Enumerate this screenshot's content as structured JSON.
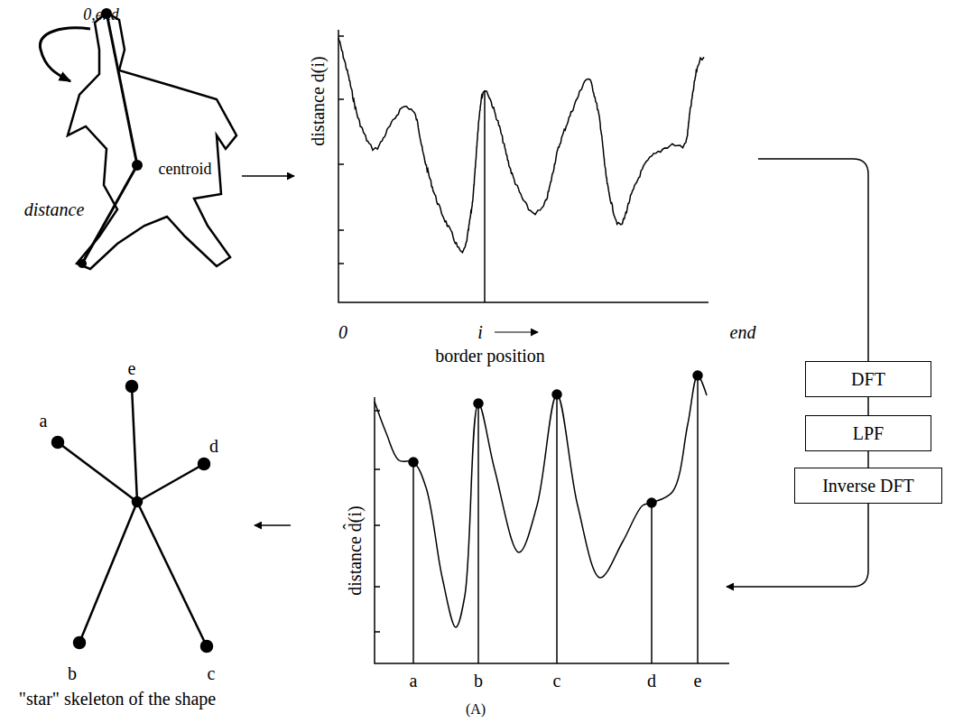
{
  "diagram": {
    "nodes": [
      {
        "text": [
          "DFT"
        ]
      },
      {
        "text": [
          "LPF"
        ]
      },
      {
        "text": [
          "Inverse DFT"
        ]
      }
    ],
    "edges": [
      {
        "from": 0,
        "to": 1,
        "arrow": "none"
      },
      {
        "from": 1,
        "to": 2,
        "arrow": "none"
      }
    ],
    "labels": [
      "0,end",
      "centroid",
      "distance",
      "distance d(i)",
      "0",
      "i",
      "end",
      "border position",
      "e",
      "a",
      "d",
      "b",
      "c",
      "\"star\" skeleton of the shape",
      "distance d̂(i)",
      "a",
      "b",
      "c",
      "d",
      "e",
      "(A)"
    ]
  }
}
